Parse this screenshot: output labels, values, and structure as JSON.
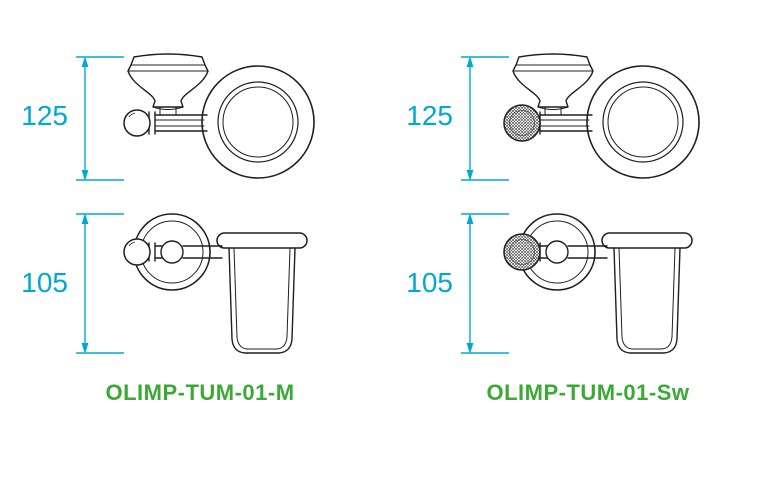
{
  "diagram": {
    "kind": "bathroom tumbler holder technical drawing, two variants, top and front views"
  },
  "products": [
    {
      "code": "OLIMP-TUM-01-M",
      "dim_top": "125",
      "dim_bottom": "105",
      "ball_style": "plain"
    },
    {
      "code": "OLIMP-TUM-01-Sw",
      "dim_top": "125",
      "dim_bottom": "105",
      "ball_style": "crystal"
    }
  ],
  "colors": {
    "dimension_text": "#00a8d4",
    "product_code_text": "#3aaa35",
    "line": "#1f1f1f"
  }
}
